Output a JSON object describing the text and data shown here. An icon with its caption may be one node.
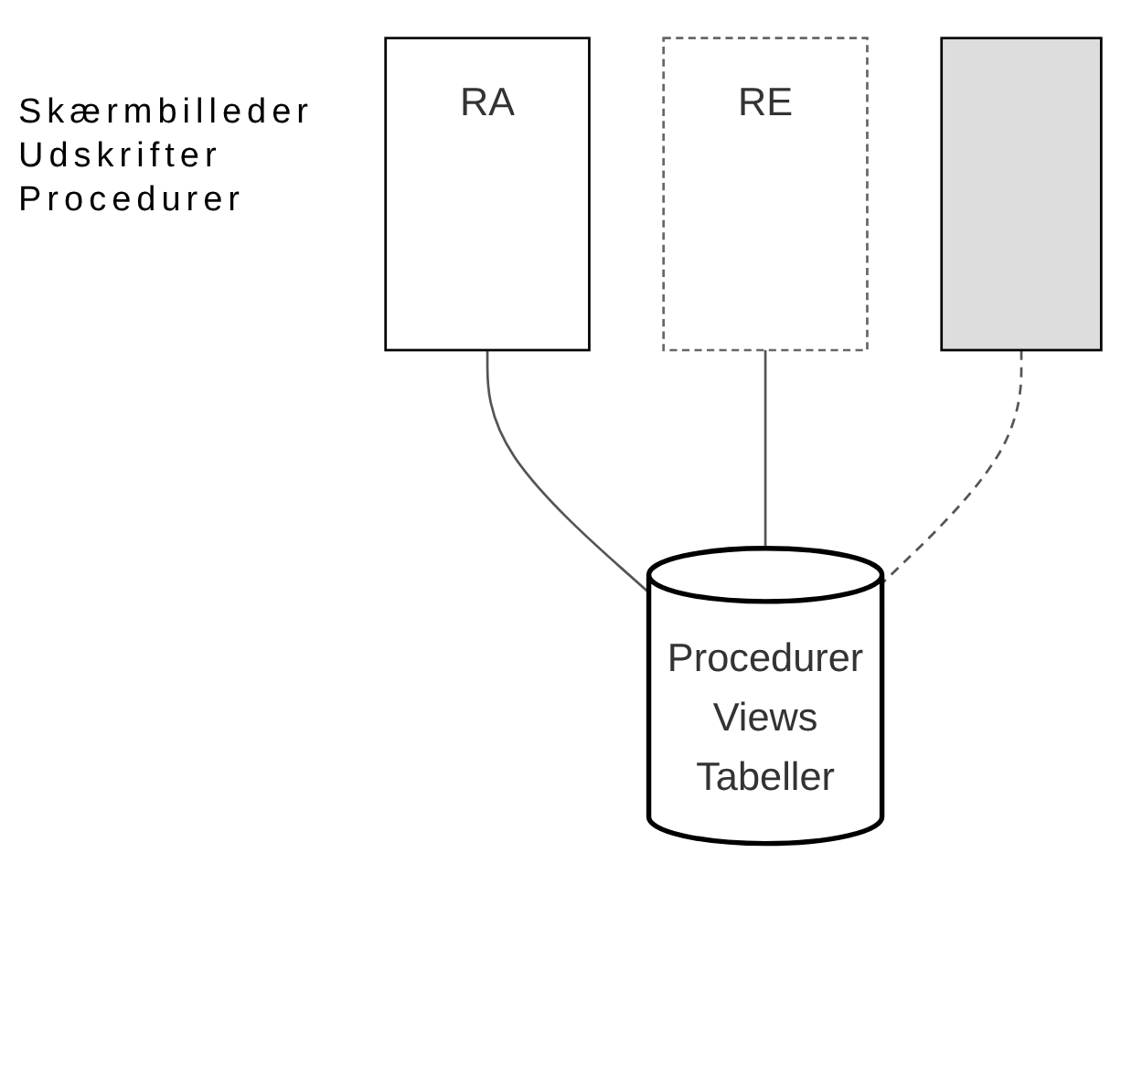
{
  "diagram": {
    "nodes": [
      {
        "text": [
          "RA"
        ]
      },
      {
        "text": [
          "RE"
        ]
      },
      {
        "text": [],
        "shape": "box"
      },
      {
        "text": [
          "Procedurer",
          "Views",
          "Tabeller"
        ]
      }
    ],
    "edges": [
      {
        "from": 0,
        "to": 3,
        "arrow": "none"
      },
      {
        "from": 1,
        "to": 3,
        "arrow": "none"
      },
      {
        "from": 2,
        "to": 3,
        "arrow": "none",
        "style": "dashed"
      }
    ],
    "labels": [
      "Skærmbilleder",
      "Udskrifter",
      "Procedurer"
    ]
  }
}
